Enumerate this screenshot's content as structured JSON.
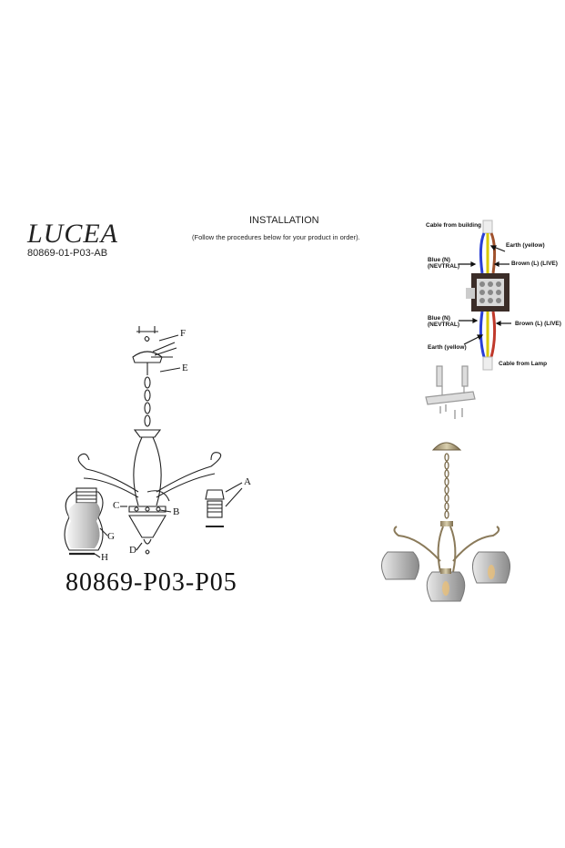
{
  "header": {
    "brand": "LUCEA",
    "product_code": "80869-01-P03-AB",
    "installation_title": "INSTALLATION",
    "installation_subtitle": "(Follow the procedures below for your product in order)."
  },
  "drawing": {
    "model_number": "80869-P03-P05",
    "part_letters": [
      "F",
      "E",
      "A",
      "C",
      "B",
      "G",
      "D",
      "H"
    ]
  },
  "wiring": {
    "cable_from_building": "Cable from building",
    "earth_top": "Earth (yellow)",
    "blue_top": "Blue (N)\n(NEVTRAL)",
    "brown_top": "Brown (L) (LIVE)",
    "blue_bottom": "Blue (N)\n(NEVTRAL)",
    "brown_bottom": "Brown (L) (LIVE)",
    "earth_bottom": "Earth (yellow)",
    "cable_from_lamp": "Cable from Lamp"
  }
}
